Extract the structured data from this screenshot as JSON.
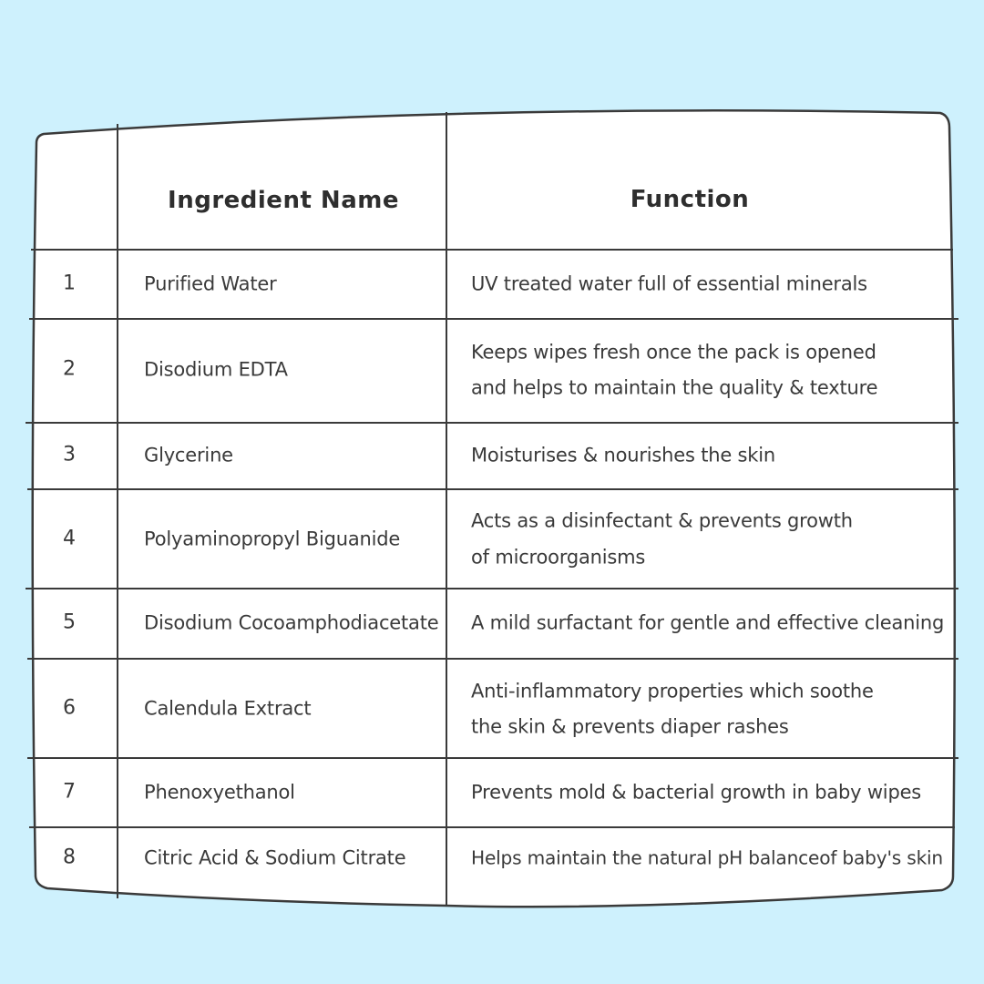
{
  "table": {
    "header": {
      "name": "Ingredient Name",
      "function": "Function"
    },
    "rows": [
      {
        "num": "1",
        "name": "Purified Water",
        "function": [
          "UV treated water full of essential minerals"
        ]
      },
      {
        "num": "2",
        "name": "Disodium EDTA",
        "function": [
          "Keeps wipes fresh once the pack is opened",
          "and helps to maintain the quality & texture"
        ]
      },
      {
        "num": "3",
        "name": "Glycerine",
        "function": [
          "Moisturises & nourishes the skin"
        ]
      },
      {
        "num": "4",
        "name": "Polyaminopropyl Biguanide",
        "function": [
          "Acts as a disinfectant & prevents growth",
          "of microorganisms"
        ]
      },
      {
        "num": "5",
        "name": "Disodium Cocoamphodiacetate",
        "function": [
          "A mild surfactant for gentle and effective cleaning"
        ]
      },
      {
        "num": "6",
        "name": "Calendula Extract",
        "function": [
          "Anti-inflammatory properties which soothe",
          "the skin & prevents diaper rashes"
        ]
      },
      {
        "num": "7",
        "name": "Phenoxyethanol",
        "function": [
          "Prevents mold & bacterial growth in baby wipes"
        ]
      },
      {
        "num": "8",
        "name": "Citric Acid & Sodium Citrate",
        "function": [
          "Helps maintain the natural pH balanceof baby's skin"
        ]
      }
    ]
  },
  "colors": {
    "background": "#cef1fd",
    "card": "#ffffff",
    "border": "#3a3a3a",
    "text": "#3a3a3a"
  }
}
